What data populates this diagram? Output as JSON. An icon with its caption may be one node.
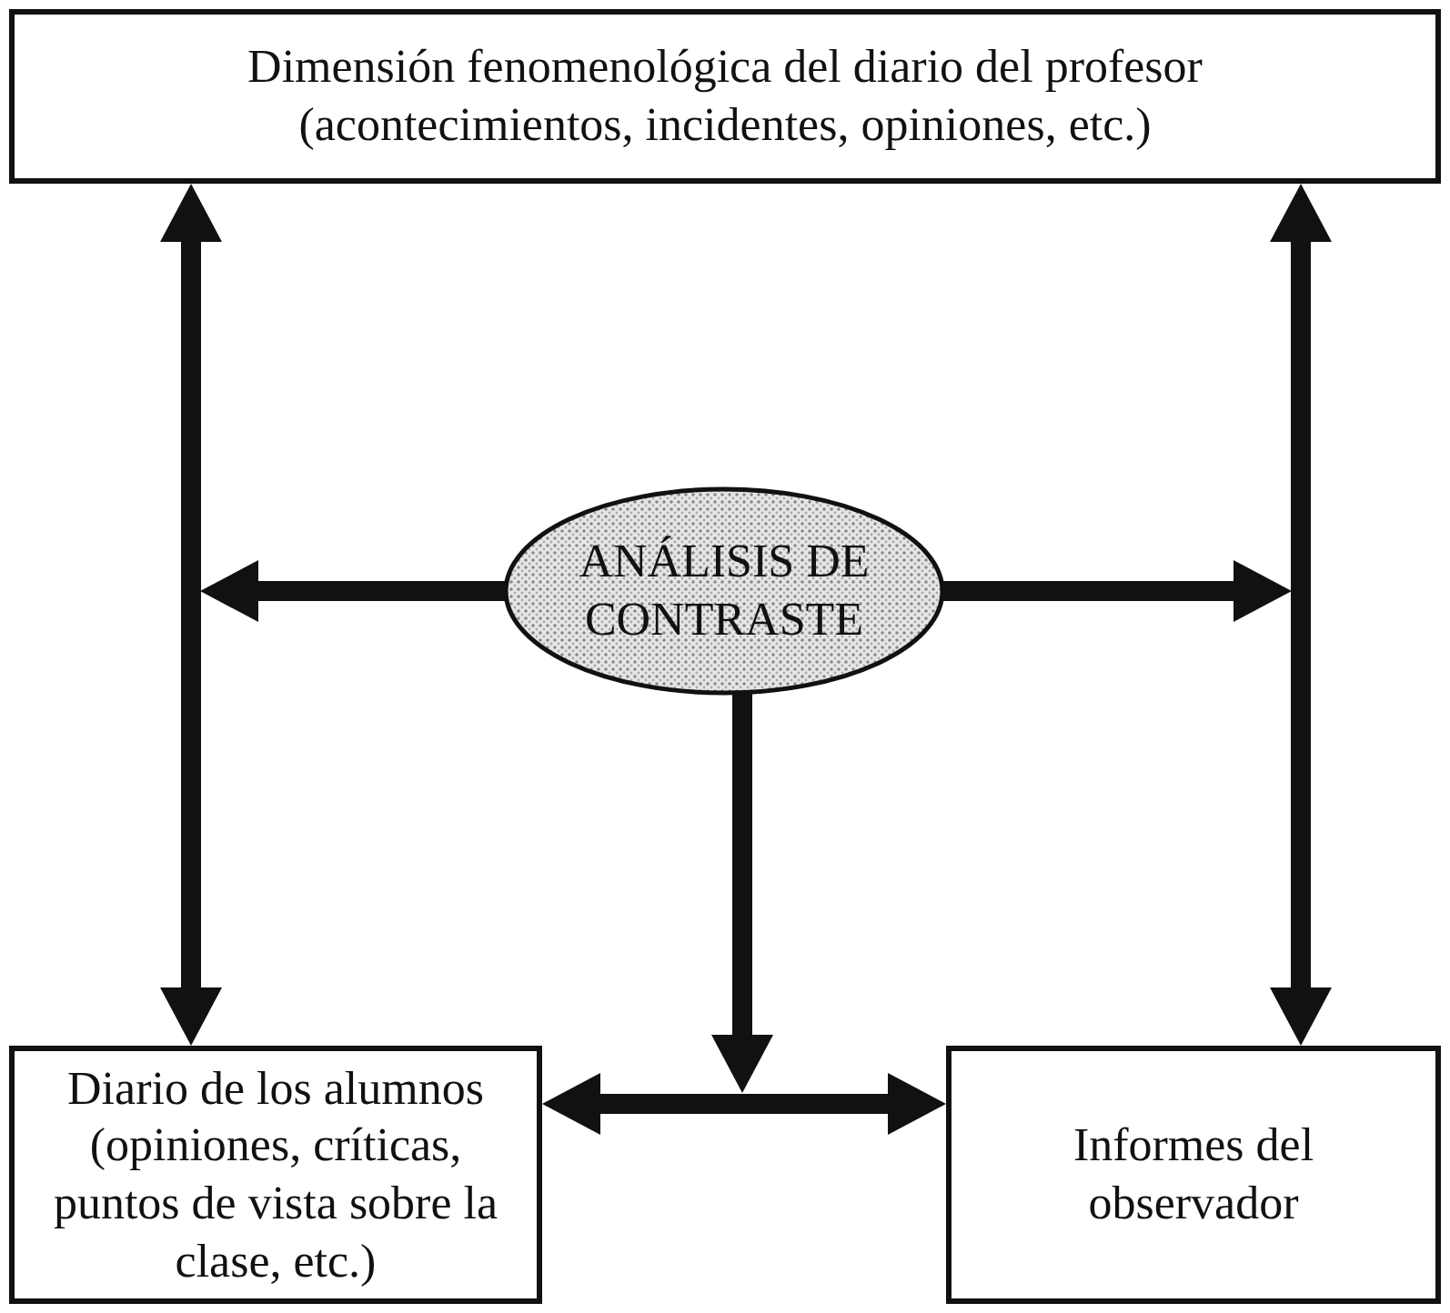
{
  "diagram": {
    "nodes": [
      {
        "text": [
          "Dimensión fenomenológica del diario del profesor (acontecimientos, incidentes, opiniones, etc.)"
        ]
      },
      {
        "text": [
          "ANÁLISIS DE CONTRASTE"
        ]
      },
      {
        "text": [
          "Diario de los alumnos (opiniones, críticas, puntos de vista sobre la clase, etc.)"
        ]
      },
      {
        "text": [
          "Informes del observador"
        ]
      }
    ],
    "edges": [
      {
        "from": 0,
        "to": 2,
        "arrow": "both"
      },
      {
        "from": 0,
        "to": 3,
        "arrow": "both"
      },
      {
        "from": 1,
        "to": null,
        "arrow": "to"
      },
      {
        "from": 1,
        "to": null,
        "arrow": "to"
      },
      {
        "from": 1,
        "to": null,
        "arrow": "to"
      },
      {
        "from": 2,
        "to": 3,
        "arrow": "both"
      }
    ]
  }
}
